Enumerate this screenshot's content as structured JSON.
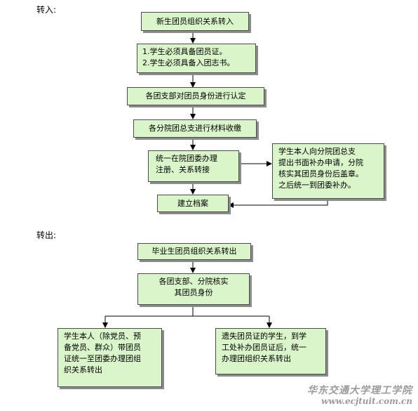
{
  "sections": {
    "transfer_in_label": "转入:",
    "transfer_out_label": "转出:"
  },
  "transfer_in": {
    "step1": "新生团员组织关系转入",
    "step2_lines": [
      "1.学生必须具备团员证。",
      "2.学生必须具备入团志书。"
    ],
    "step3": "各团支部对团员身份进行认定",
    "step4": "各分院团总支进行材料收缴",
    "step5_lines": [
      "统一在院团委办理",
      "注册、关系转接"
    ],
    "side_box_lines": [
      "学生本人向分院团总支",
      "提出书面补办申请，分院",
      "核实其团员身份后盖章。",
      "之后统一到团委补办。"
    ],
    "step6": "建立档案"
  },
  "transfer_out": {
    "step1": "毕业生团员组织关系转出",
    "step2_lines": [
      "各团支部、分院核实",
      "其团员身份"
    ],
    "left_box_lines": [
      "学生本人（除党员、预",
      "备党员、群众）带团员",
      "证统一至团委办理团组",
      "织关系转出"
    ],
    "right_box_lines": [
      "遗失团员证的学生，到学",
      "工处补办团员证后，统一",
      "办理团组织关系转出"
    ]
  },
  "watermark": {
    "name": "华东交通大学理工学院",
    "url": "www.ecjtuit.com.cn"
  }
}
